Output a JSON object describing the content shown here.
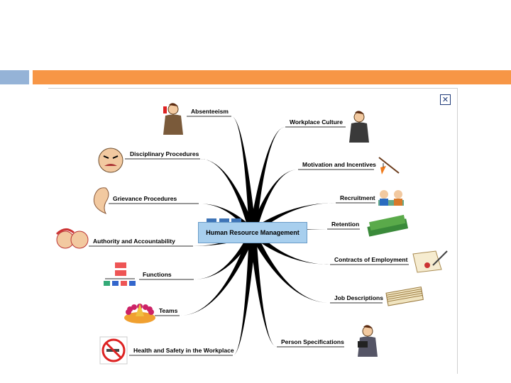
{
  "central_topic": "Human Resource Management",
  "left_topics": [
    {
      "label": "Absenteeism",
      "icon": "phone-woman-icon"
    },
    {
      "label": "Disciplinary Procedures",
      "icon": "angry-face-icon"
    },
    {
      "label": "Grievance Procedures",
      "icon": "ear-icon"
    },
    {
      "label": "Authority and Accountability",
      "icon": "talking-heads-icon"
    },
    {
      "label": "Functions",
      "icon": "org-chart-icon"
    },
    {
      "label": "Teams",
      "icon": "team-circle-icon"
    },
    {
      "label": "Health and Safety in the Workplace",
      "icon": "no-smoking-icon"
    }
  ],
  "right_topics": [
    {
      "label": "Workplace Culture",
      "icon": "businesswoman-icon"
    },
    {
      "label": "Motivation and Incentives",
      "icon": "carrot-stick-icon"
    },
    {
      "label": "Recruitment",
      "icon": "interview-icon"
    },
    {
      "label": "Retention",
      "icon": "money-stack-icon"
    },
    {
      "label": "Contracts of Employment",
      "icon": "contract-pen-icon"
    },
    {
      "label": "Job Descriptions",
      "icon": "paper-stack-icon"
    },
    {
      "label": "Person Specifications",
      "icon": "businessman-laptop-icon"
    }
  ],
  "close_glyph": "✕",
  "colors": {
    "blue_bar": "#95b3d7",
    "orange_bar": "#f79646",
    "center_fill": "#a8cfee"
  }
}
